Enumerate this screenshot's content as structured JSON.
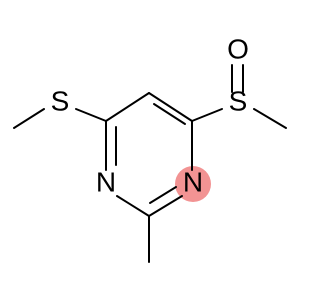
{
  "molecule": {
    "atoms": {
      "sulfur_left": "S",
      "sulfur_right": "S",
      "oxygen": "O",
      "nitrogen_left": "N",
      "nitrogen_right": "N"
    },
    "colors": {
      "bond": "#000000",
      "highlight": "#f08080",
      "background": "#ffffff"
    }
  }
}
